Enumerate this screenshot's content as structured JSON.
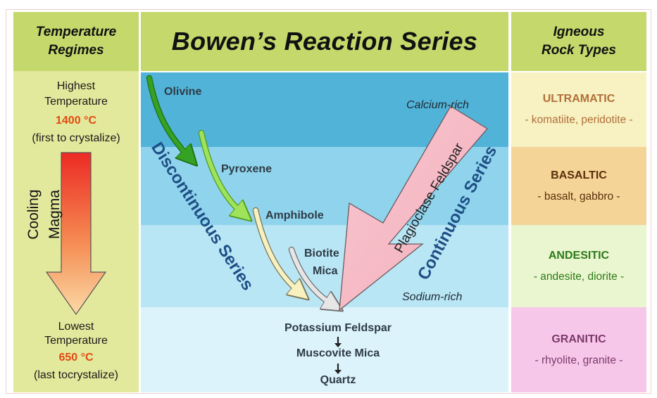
{
  "left_header": "Temperature Regimes",
  "main_title": "Bowen’s Reaction Series",
  "right_header": "Igneous Rock Types",
  "temperature": {
    "high_label": "Highest Temperature",
    "high_value": "1400 °C",
    "high_note": "(first to crystalize)",
    "arrow_label": "Cooling Magma",
    "low_label": "Lowest Temperature",
    "low_value": "650 °C",
    "low_note": "(last tocrystalize)"
  },
  "minerals": {
    "olivine": "Olivine",
    "pyroxene": "Pyroxene",
    "amphibole": "Amphibole",
    "biotite": "Biotite",
    "mica": "Mica",
    "plagioclase": "Plagioclase Feldspar",
    "potassium_feldspar": "Potassium Feldspar",
    "muscovite": "Muscovite Mica",
    "quartz": "Quartz"
  },
  "series": {
    "discontinuous": "Discontinuous Series",
    "continuous": "Continuous Series",
    "calcium_rich": "Calcium-rich",
    "sodium_rich": "Sodium-rich"
  },
  "rock_types": [
    {
      "name": "ULTRAMATIC",
      "examples": "- komatiite, peridotite -",
      "bg": "#f8f1c2",
      "color": "#b0703a"
    },
    {
      "name": "BASALTIC",
      "examples": "- basalt, gabbro -",
      "bg": "#f4d597",
      "color": "#5a2e0c"
    },
    {
      "name": "ANDESITIC",
      "examples": "- andesite, diorite -",
      "bg": "#eaf6cf",
      "color": "#2d7a19"
    },
    {
      "name": "GRANITIC",
      "examples": "- rhyolite, granite -",
      "bg": "#f7c7ea",
      "color": "#7b3a6a"
    }
  ],
  "colors": {
    "header": "#c4d86c",
    "left_column": "#e3e99c",
    "band_1": "#52b3d8",
    "band_2": "#8fd4ec",
    "band_3": "#b9e6f5",
    "band_4": "#dcf3fb",
    "series_text": "#1f4f86",
    "temperature_value": "#e24a12"
  }
}
